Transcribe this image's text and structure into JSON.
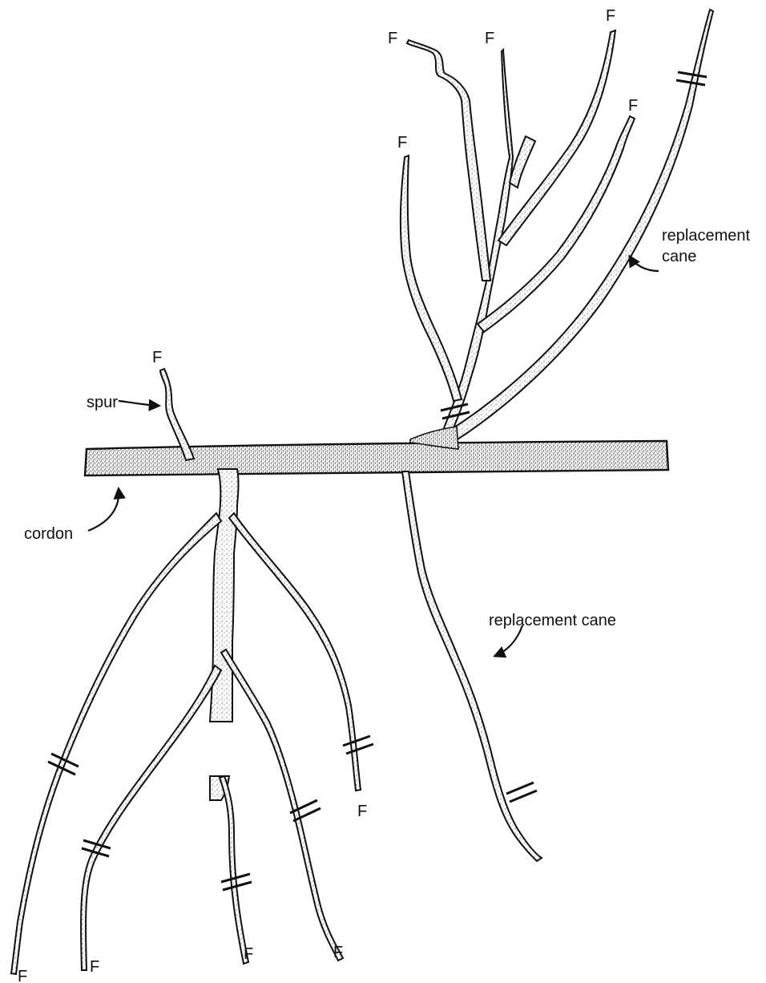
{
  "diagram": {
    "labels": {
      "spur": "spur",
      "cordon": "cordon",
      "replacement_cane_upper": [
        "replacement",
        "cane"
      ],
      "replacement_cane_lower": "replacement cane",
      "fruiting_shoot": "F"
    },
    "colors": {
      "ink": "#111111",
      "stipple": "#3a3a3a",
      "paper": "#ffffff"
    }
  }
}
